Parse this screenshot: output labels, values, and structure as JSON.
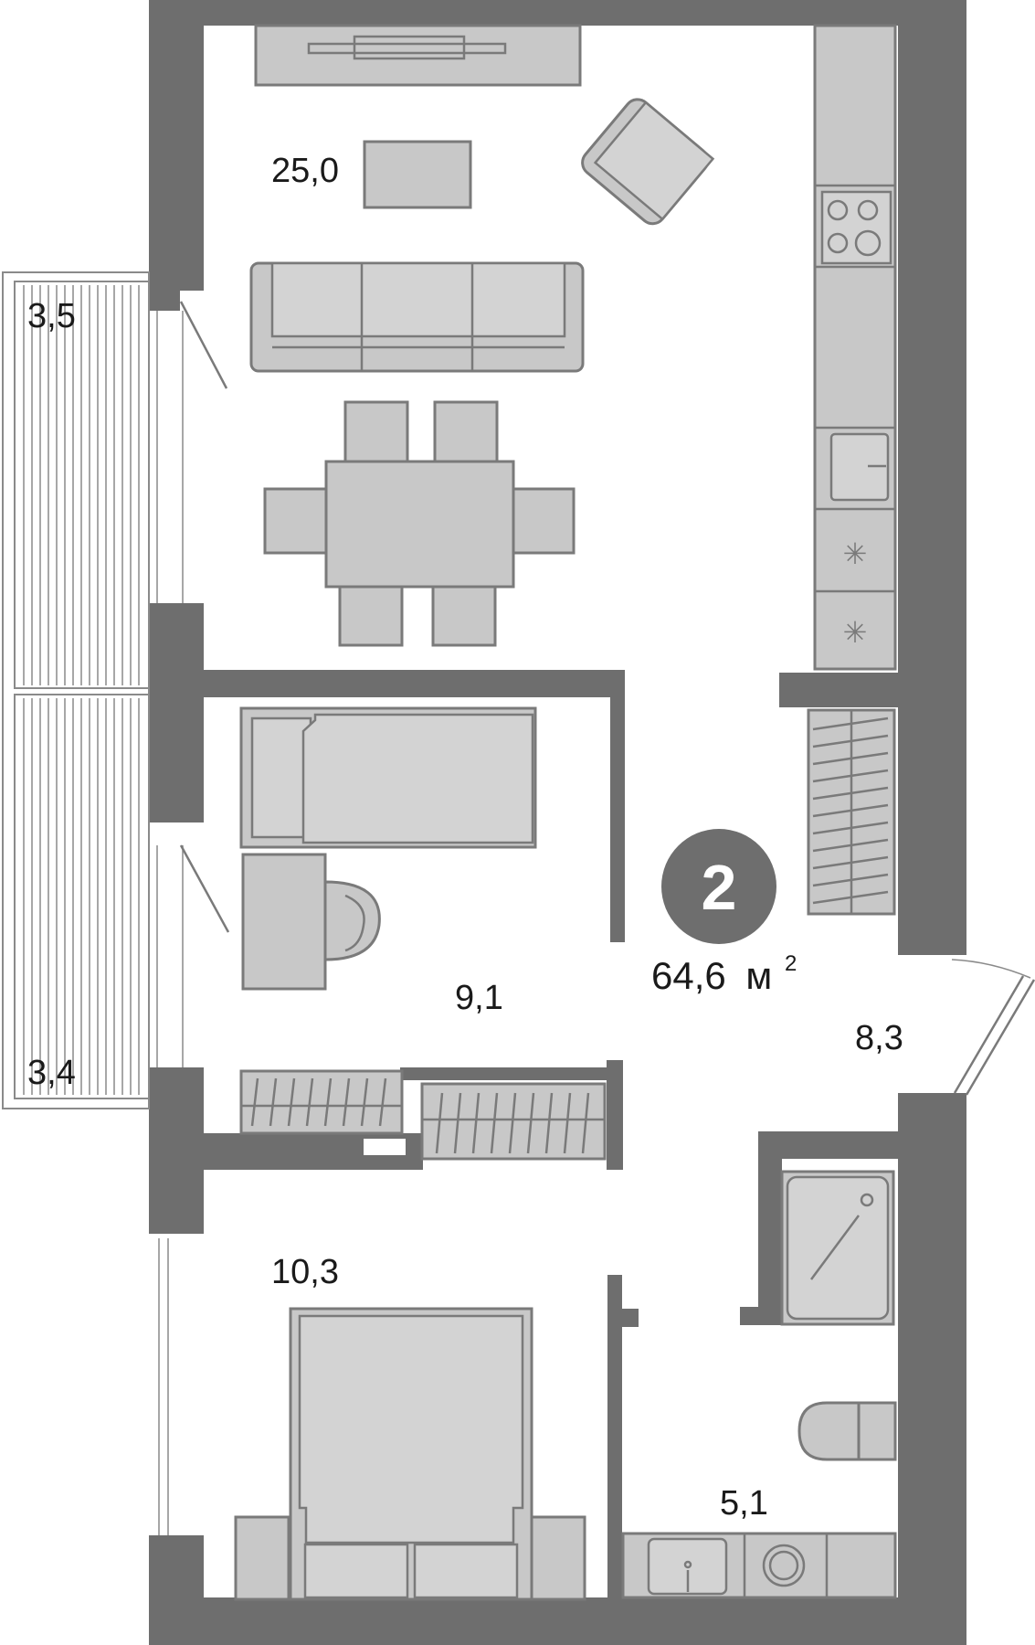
{
  "plan": {
    "rooms_count": "2",
    "total_area": "64,6",
    "total_area_unit": "м",
    "total_area_sup": "2",
    "badge_color": "#6e6e6e",
    "wall_color": "#6e6e6e",
    "furniture_color": "#c8c8c8",
    "room_areas": {
      "living_kitchen": "25,0",
      "balcony_top": "3,5",
      "balcony_bottom": "3,4",
      "bedroom_small": "9,1",
      "hall": "8,3",
      "bedroom_large": "10,3",
      "bathroom": "5,1"
    }
  }
}
